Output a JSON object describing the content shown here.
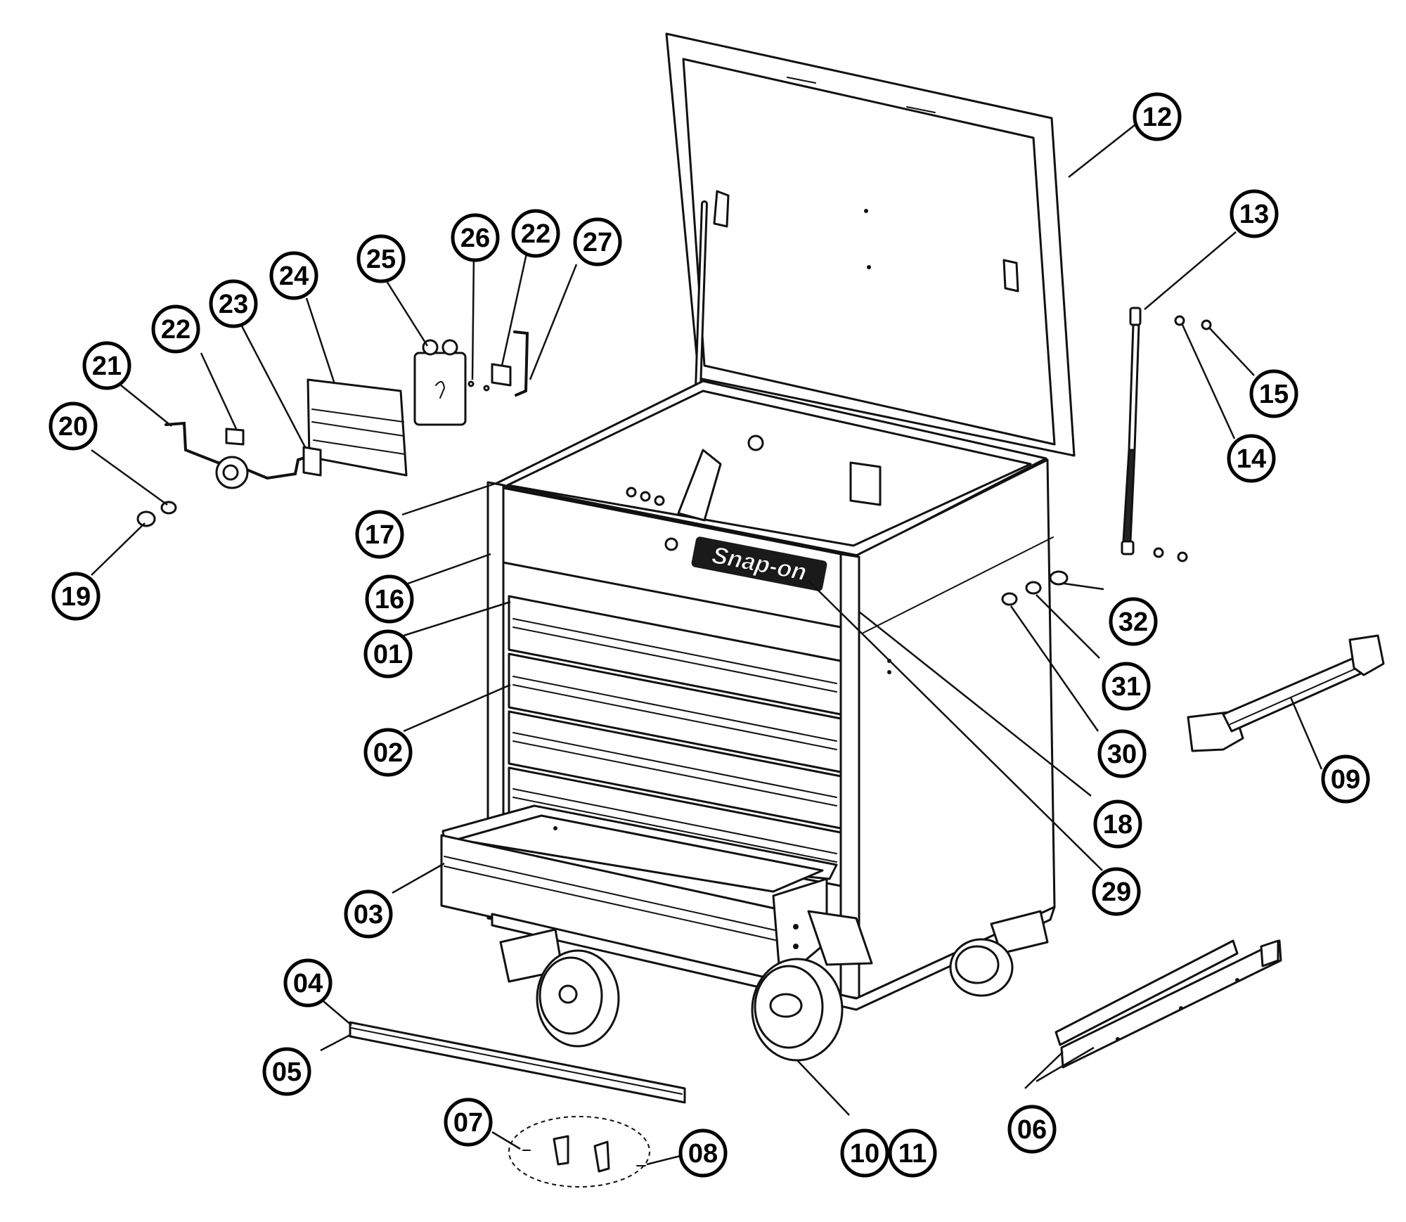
{
  "brand": {
    "logo_text": "Snap-on"
  },
  "callouts": [
    {
      "id": "12",
      "label": "12"
    },
    {
      "id": "13",
      "label": "13"
    },
    {
      "id": "14",
      "label": "14"
    },
    {
      "id": "15",
      "label": "15"
    },
    {
      "id": "26",
      "label": "26"
    },
    {
      "id": "22a",
      "label": "22"
    },
    {
      "id": "27",
      "label": "27"
    },
    {
      "id": "25",
      "label": "25"
    },
    {
      "id": "24",
      "label": "24"
    },
    {
      "id": "23",
      "label": "23"
    },
    {
      "id": "22b",
      "label": "22"
    },
    {
      "id": "21",
      "label": "21"
    },
    {
      "id": "20",
      "label": "20"
    },
    {
      "id": "19",
      "label": "19"
    },
    {
      "id": "17",
      "label": "17"
    },
    {
      "id": "16",
      "label": "16"
    },
    {
      "id": "01",
      "label": "01"
    },
    {
      "id": "02",
      "label": "02"
    },
    {
      "id": "03",
      "label": "03"
    },
    {
      "id": "04",
      "label": "04"
    },
    {
      "id": "05",
      "label": "05"
    },
    {
      "id": "07",
      "label": "07"
    },
    {
      "id": "08",
      "label": "08"
    },
    {
      "id": "10",
      "label": "10"
    },
    {
      "id": "11",
      "label": "11"
    },
    {
      "id": "06",
      "label": "06"
    },
    {
      "id": "29",
      "label": "29"
    },
    {
      "id": "18",
      "label": "18"
    },
    {
      "id": "30",
      "label": "30"
    },
    {
      "id": "31",
      "label": "31"
    },
    {
      "id": "32",
      "label": "32"
    },
    {
      "id": "09",
      "label": "09"
    }
  ]
}
